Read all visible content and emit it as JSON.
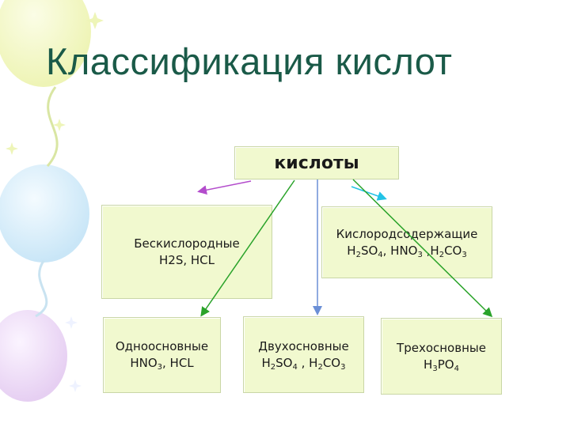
{
  "slide": {
    "title": "Классификация кислот"
  },
  "diagram": {
    "root": "кислоты",
    "b1": {
      "line1": "Бескислородные",
      "line2": "H2S, HCL"
    },
    "b2": {
      "line1": "Кислородсодержащие",
      "formula": [
        {
          "t": "H"
        },
        {
          "s": "2"
        },
        {
          "t": "SO"
        },
        {
          "s": "4"
        },
        {
          "t": ", HNO"
        },
        {
          "s": "3"
        },
        {
          "t": " ,H"
        },
        {
          "s": "2"
        },
        {
          "t": "CO"
        },
        {
          "s": "3"
        }
      ]
    },
    "b3": {
      "line1": "Одноосновные",
      "formula": [
        {
          "t": "HNO"
        },
        {
          "s": "3"
        },
        {
          "t": ", HCL"
        }
      ]
    },
    "b4": {
      "line1": "Двухосновные",
      "formula": [
        {
          "t": "H"
        },
        {
          "s": "2"
        },
        {
          "t": "SO"
        },
        {
          "s": "4"
        },
        {
          "t": " , H"
        },
        {
          "s": "2"
        },
        {
          "t": "CO"
        },
        {
          "s": "3"
        }
      ]
    },
    "b5": {
      "line1": "Трехосновные",
      "formula": [
        {
          "t": "H"
        },
        {
          "s": "3"
        },
        {
          "t": "PO"
        },
        {
          "s": "4"
        }
      ]
    },
    "arrow_colors": {
      "magenta": "#b34ccc",
      "green": "#2aa32a",
      "cyan": "#22c3e6",
      "blue": "#6b8fd6"
    }
  }
}
